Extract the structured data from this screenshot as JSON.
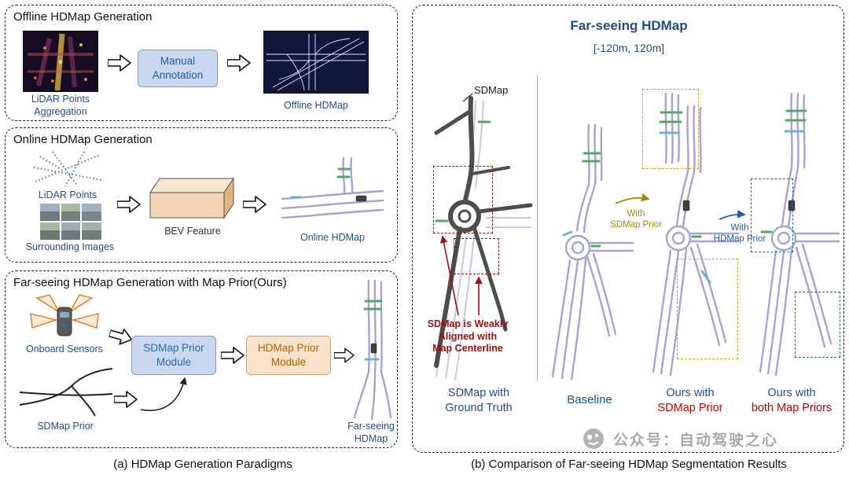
{
  "panel_a": {
    "caption": "(a) HDMap Generation Paradigms",
    "offline": {
      "title": "Offline HDMap Generation",
      "input_label": "LiDAR Points\nAggregation",
      "module_label": "Manual\nAnnotation",
      "output_label": "Offline HDMap"
    },
    "online": {
      "title": "Online HDMap Generation",
      "lidar_label": "LiDAR Points",
      "images_label": "Surrounding Images",
      "bev_label": "BEV Feature",
      "output_label": "Online HDMap"
    },
    "farseeing": {
      "title": "Far-seeing HDMap Generation with Map Prior(Ours)",
      "sensors_label": "Onboard Sensors",
      "sdmap_module_label": "SDMap Prior\nModule",
      "hdmap_module_label": "HDMap Prior\nModule",
      "sdmap_input_label": "SDMap Prior",
      "output_label": "Far-seeing\nHDMap"
    }
  },
  "panel_b": {
    "caption": "(b) Comparison of Far-seeing HDMap Segmentation Results",
    "title": "Far-seeing HDMap",
    "range_label": "[-120m, 120m]",
    "sdmap_pointer_label": "SDMap",
    "misalign_note": "SDMap is Weakly\nAligned with\nMap Centerline",
    "sdmap_arrow_label": "With\nSDMap Prior",
    "hdmap_arrow_label": "With\nHDMap Prior",
    "col1_label": "SDMap with\nGround Truth",
    "col2_label": "Baseline",
    "col3_label_top": "Ours with",
    "col3_label_bottom": "SDMap Prior",
    "col4_label_top": "Ours with",
    "col4_label_bottom": "both Map Priors",
    "watermark": "公众号：自动驾驶之心"
  },
  "colors": {
    "navy": "#1e4e8c",
    "red": "#c00000",
    "dark_red": "#a01010",
    "olive": "#a8860b",
    "blue": "#1f5fa8",
    "module_blue_bg": "#c9d7f0",
    "module_orange_bg": "#fbe2cb"
  }
}
